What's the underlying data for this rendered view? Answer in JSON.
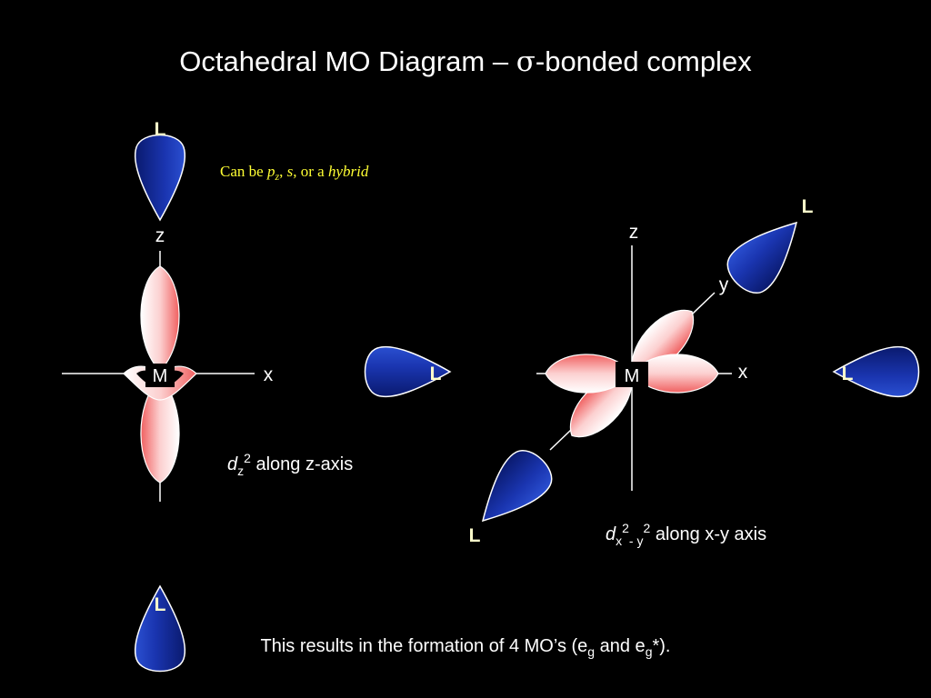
{
  "title": {
    "prefix": "Octahedral MO Diagram – ",
    "sigma": "σ",
    "suffix": "-bonded complex"
  },
  "colors": {
    "ligand_dark": "#0a1a6e",
    "ligand_light": "#2a4fd0",
    "metal_light": "#ffffff",
    "metal_dark": "#f06060",
    "note_text": "#ffff33",
    "ligand_label": "#ffffcc"
  },
  "left_panel": {
    "ligand_top": "L",
    "ligand_bottom": "L",
    "axis_z": "z",
    "axis_x": "x",
    "metal": "M",
    "note": {
      "prefix": "Can be ",
      "p": "p",
      "p_sub": "z",
      "sep1": ", ",
      "s": "s",
      "sep2": ", or a ",
      "hybrid": "hybrid"
    },
    "orbital_label": {
      "d": "d",
      "sub": "z",
      "sup": "2",
      "text": " along z-axis"
    }
  },
  "right_panel": {
    "axis_z": "z",
    "axis_y": "y",
    "axis_x": "x",
    "metal": "M",
    "ligand_upper_right": "L",
    "ligand_left": "L",
    "ligand_right": "L",
    "ligand_lower_left": "L",
    "orbital_label": {
      "d": "d",
      "sub1": "x",
      "sup1": "2",
      "sub2": "- y",
      "sup2": "2",
      "text": " along x-y axis"
    }
  },
  "bottom_text": {
    "prefix": "This results in the formation of 4 MO’s (e",
    "sub1": "g",
    "middle": " and e",
    "sub2": "g",
    "suffix": "*)."
  }
}
